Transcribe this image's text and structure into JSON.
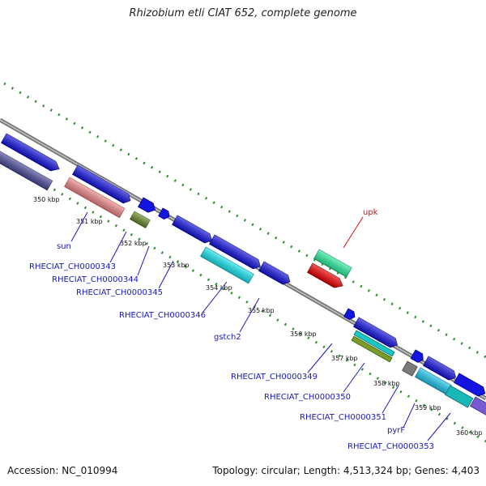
{
  "title": "Rhizobium etli CIAT 652, complete genome",
  "accession": "Accession: NC_010994",
  "topology": "Topology: circular; Length: 4,513,324 bp; Genes: 4,403",
  "colors": {
    "backbone": "#909090",
    "ticks": "#2e8b2e",
    "label_blue": "#1a1ab4",
    "label_red": "#d41010"
  },
  "kbp_labels": [
    "350 kbp",
    "351 kbp",
    "352 kbp",
    "353 kbp",
    "354 kbp",
    "355 kbp",
    "356 kbp",
    "357 kbp",
    "358 kbp",
    "359 kbp",
    "360 kbp"
  ],
  "gene_labels": [
    "sun",
    "RHECIAT_CH0000343",
    "RHECIAT_CH0000344",
    "RHECIAT_CH0000345",
    "RHECIAT_CH0000346",
    "gstch2",
    "RHECIAT_CH0000349",
    "RHECIAT_CH0000350",
    "RHECIAT_CH0000351",
    "pyrF",
    "RHECIAT_CH0000353",
    "upk"
  ]
}
